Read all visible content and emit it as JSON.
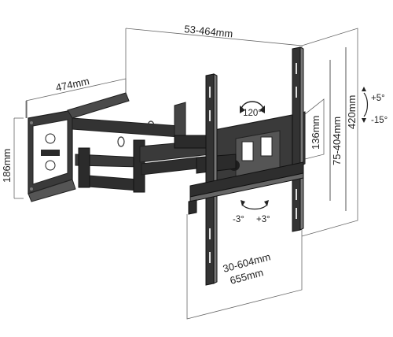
{
  "dimensions": {
    "top_vesa_width": "53-464mm",
    "arm_length": "474mm",
    "wall_plate_height": "186mm",
    "swivel_plate_height": "136mm",
    "vesa_height": "75-404mm",
    "total_height": "420mm",
    "extension_range": "30-604mm",
    "depth_range": "655mm"
  },
  "angles": {
    "swivel": "120°",
    "tilt_up": "+5°",
    "tilt_down": "-15°",
    "rotation_left": "-3°",
    "rotation_right": "+3°"
  },
  "colors": {
    "metal": "#2b2b2b",
    "metal_highlight": "#5a5a5a",
    "dimension_line": "#555555"
  }
}
